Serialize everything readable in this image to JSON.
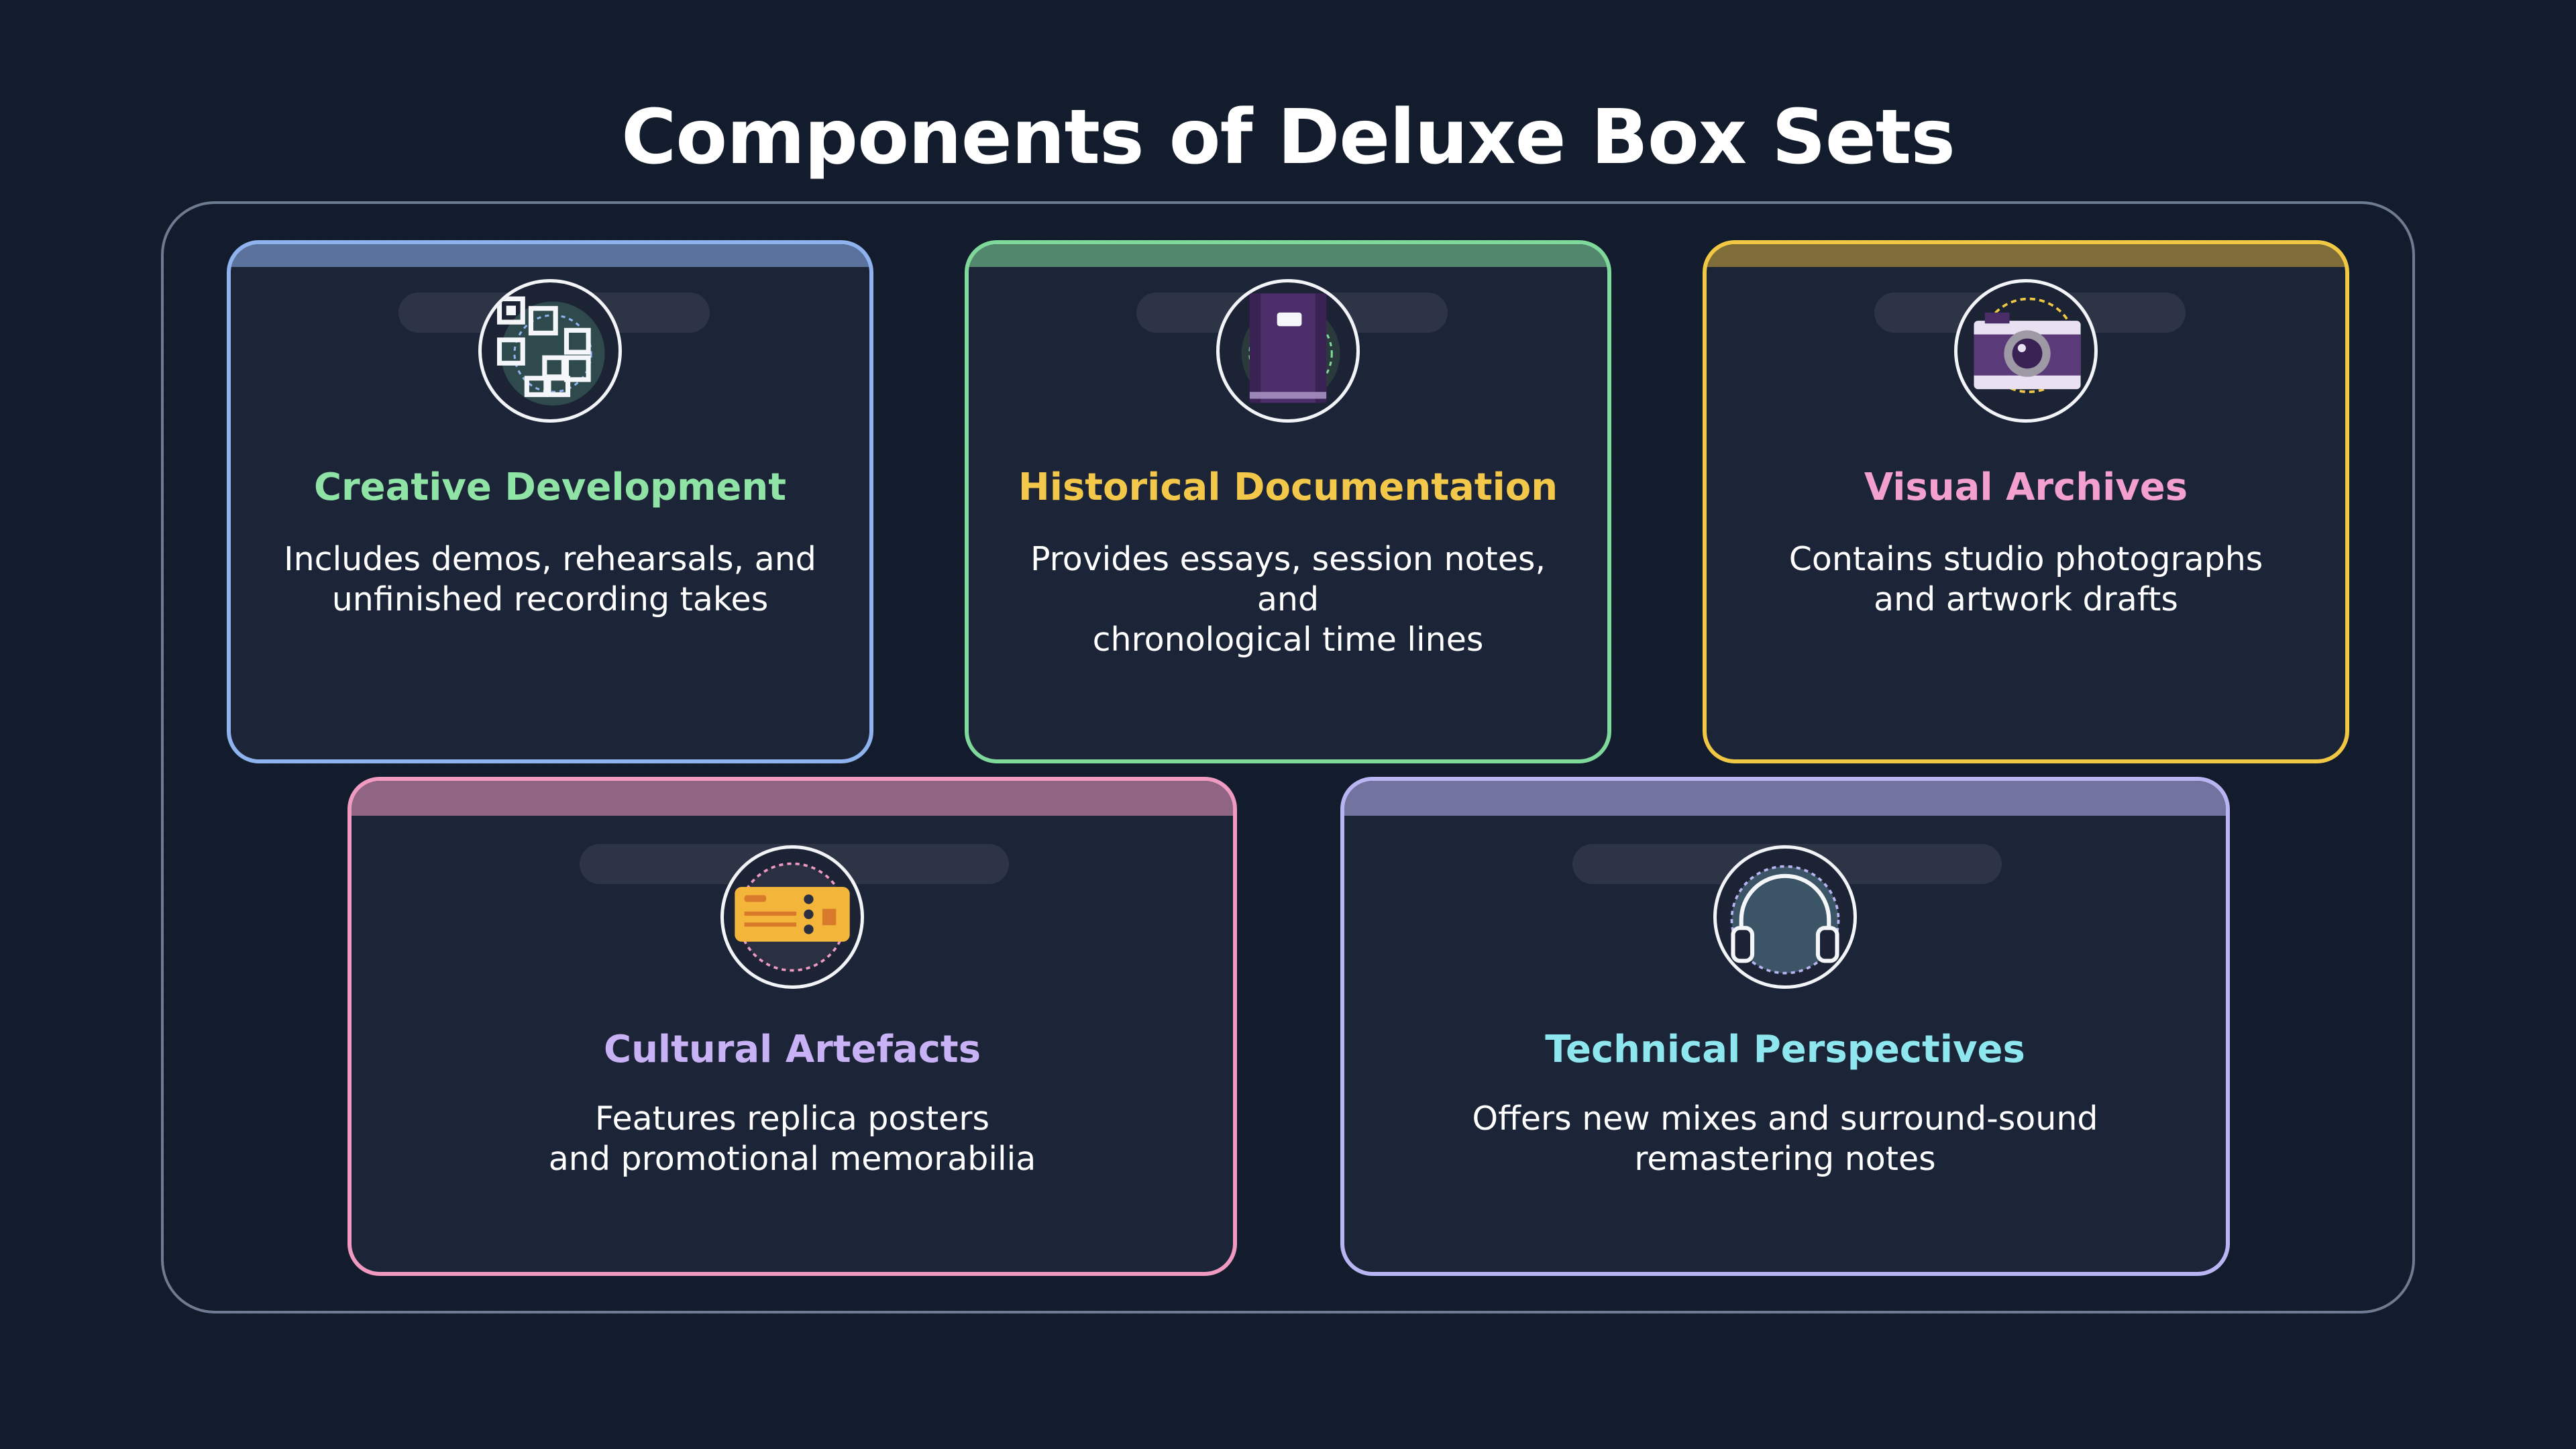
{
  "title": "Components of Deluxe Box Sets",
  "cards": [
    {
      "heading": "Creative Development",
      "description": "Includes demos, rehearsals, and\nunfinished recording takes",
      "color": "#8fe3a5",
      "icon": "qr-code-icon"
    },
    {
      "heading": "Historical Documentation",
      "description": "Provides essays, session notes, and\nchronological time lines",
      "color": "#f3c84a",
      "icon": "book-icon"
    },
    {
      "heading": "Visual Archives",
      "description": "Contains studio photographs\nand artwork drafts",
      "color": "#f3a0cf",
      "icon": "camera-icon"
    },
    {
      "heading": "Cultural Artefacts",
      "description": "Features replica posters\nand promotional memorabilia",
      "color": "#c8b2f5",
      "icon": "ticket-icon"
    },
    {
      "heading": "Technical Perspectives",
      "description": "Offers new mixes and surround-sound\nremastering notes",
      "color": "#8ee6ee",
      "icon": "headphones-icon"
    }
  ]
}
